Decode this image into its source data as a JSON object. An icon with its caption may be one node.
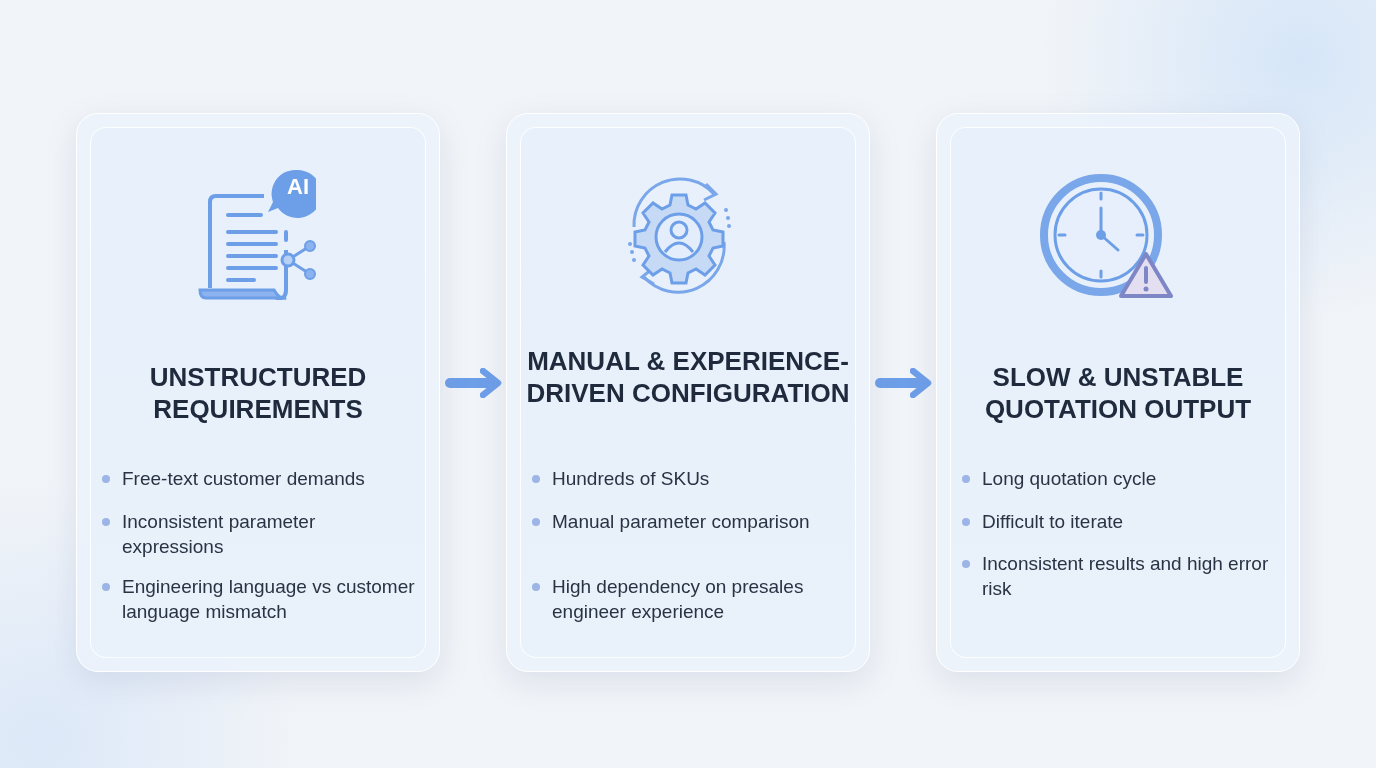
{
  "diagram": {
    "nodes": [
      {
        "text": [
          "UNSTRUCTURED REQUIREMENTS",
          "Free-text customer demands",
          "Inconsistent parameter expressions",
          "Engineering language vs customer language mismatch"
        ]
      },
      {
        "text": [
          "MANUAL & EXPERIENCE-DRIVEN CONFIGURATION",
          "Hundreds of SKUs",
          "Manual parameter comparison",
          "High dependency on presales engineer experience"
        ]
      },
      {
        "text": [
          "SLOW & UNSTABLE QUOTATION OUTPUT",
          "Long quotation cycle",
          "Difficult to iterate",
          "Inconsistent results and high error risk"
        ]
      }
    ],
    "edges": [
      {
        "from": 0,
        "to": 1,
        "arrow": "to"
      },
      {
        "from": 1,
        "to": 2,
        "arrow": "to"
      }
    ],
    "labels": [
      "AI"
    ]
  }
}
